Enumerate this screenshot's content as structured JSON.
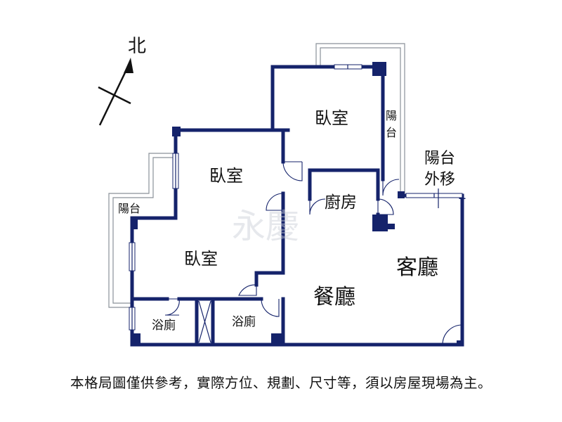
{
  "compass": {
    "north_label": "北"
  },
  "rooms": {
    "bedroom_top": "臥室",
    "bedroom_mid": "臥室",
    "bedroom_left": "臥室",
    "kitchen": "廚房",
    "living_room": "客廳",
    "dining_room": "餐廳",
    "bath_left": "浴廁",
    "bath_right": "浴廁",
    "balcony_left": "陽台",
    "balcony_right": "陽台",
    "balcony_moved_line1": "陽台",
    "balcony_moved_line2": "外移"
  },
  "watermark": "永慶",
  "disclaimer": "本格局圖僅供參考，實際方位、規劃、尺寸等，須以房屋現場為主。",
  "colors": {
    "wall": "#15236b",
    "rail": "#8a9199",
    "text": "#111111"
  }
}
